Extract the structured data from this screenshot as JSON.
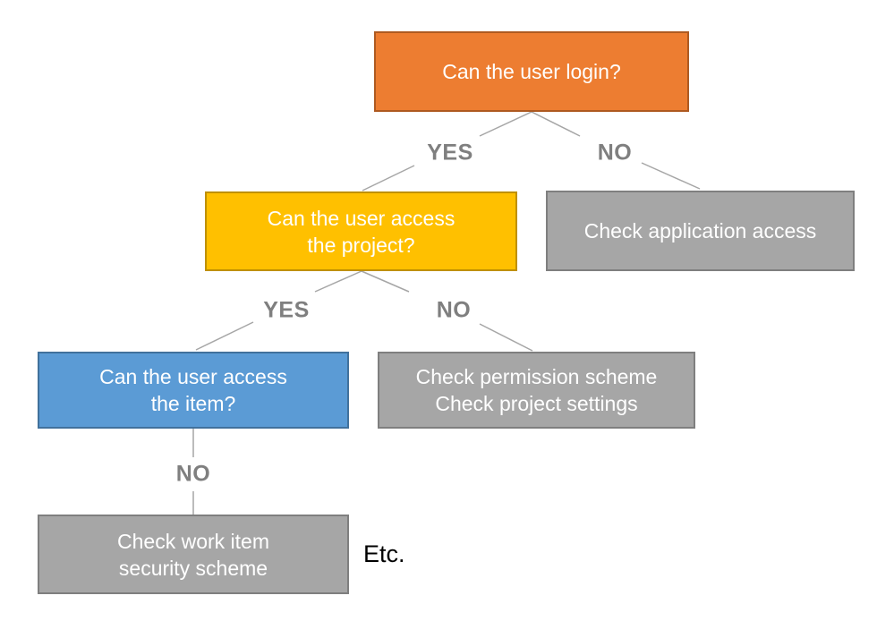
{
  "diagram": {
    "nodes": {
      "login": {
        "label": "Can the user login?",
        "fill": "#ED7D31",
        "border": "#AE5A21",
        "text_color": "#FFFFFF"
      },
      "project": {
        "label": "Can the user access\nthe project?",
        "fill": "#FFC000",
        "border": "#BF9000",
        "text_color": "#FFFFFF"
      },
      "app_access": {
        "label": "Check application access",
        "fill": "#A6A6A6",
        "border": "#7F7F7F",
        "text_color": "#FFFFFF"
      },
      "item": {
        "label": "Can the user access\nthe item?",
        "fill": "#5B9BD5",
        "border": "#41719C",
        "text_color": "#FFFFFF"
      },
      "permission": {
        "label": "Check permission scheme\nCheck project settings",
        "fill": "#A6A6A6",
        "border": "#7F7F7F",
        "text_color": "#FFFFFF"
      },
      "security": {
        "label": "Check work item\nsecurity scheme",
        "fill": "#A6A6A6",
        "border": "#7F7F7F",
        "text_color": "#FFFFFF"
      }
    },
    "branch_labels": {
      "login_yes": "YES",
      "login_no": "NO",
      "project_yes": "YES",
      "project_no": "NO",
      "item_no": "NO"
    },
    "etc_label": "Etc.",
    "colors": {
      "connector": "#A6A6A6",
      "branch_label": "#7F7F7F",
      "background": "#FFFFFF",
      "etc_text": "#000000"
    }
  }
}
